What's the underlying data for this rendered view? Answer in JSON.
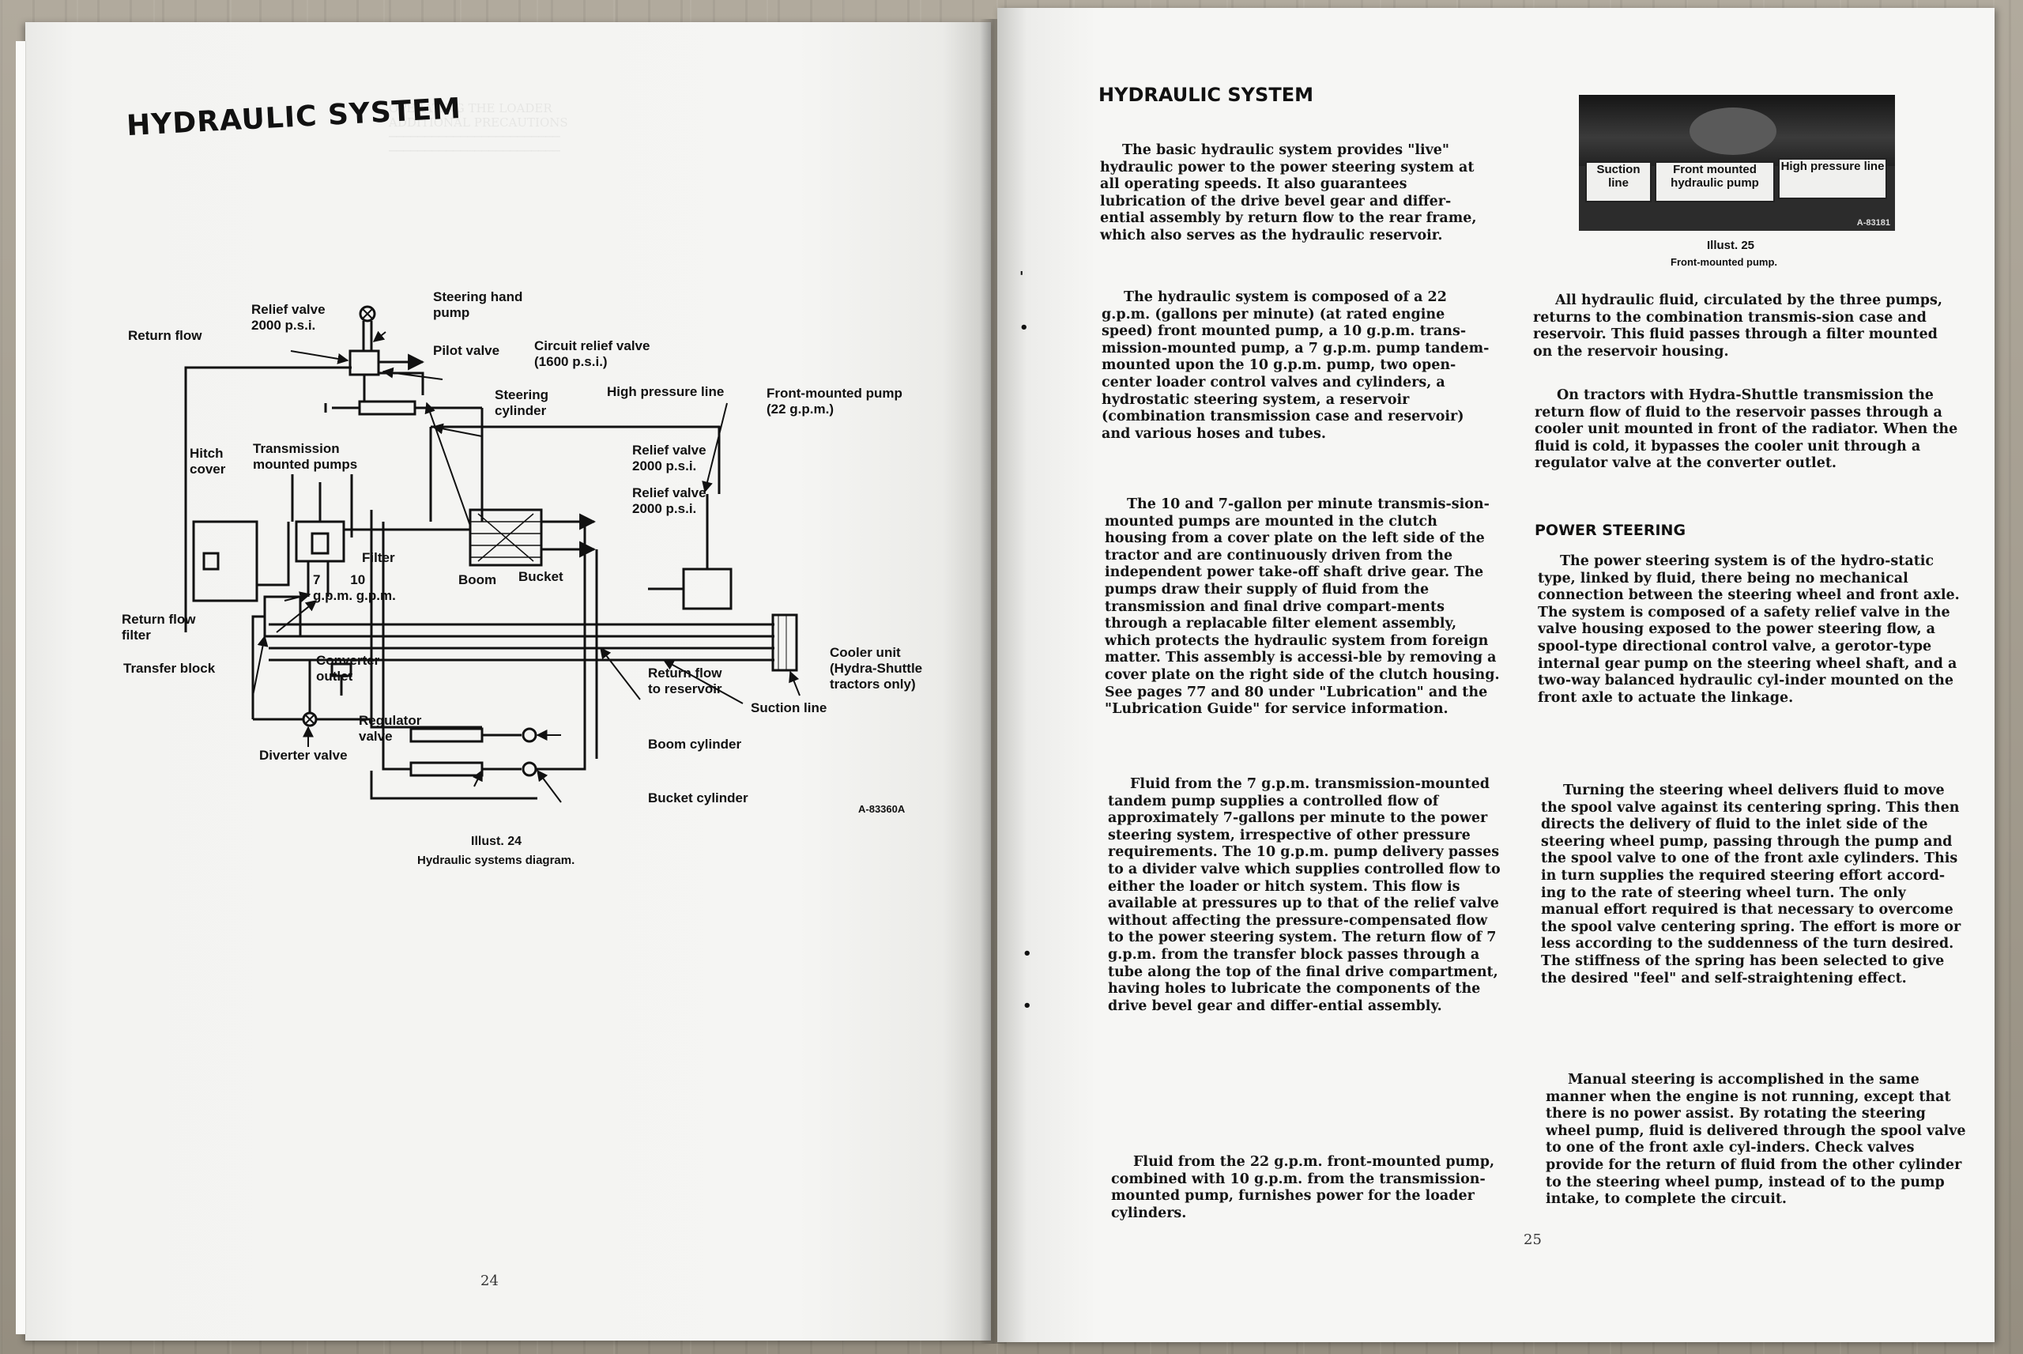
{
  "left_page": {
    "title": "HYDRAULIC SYSTEM",
    "diagram_labels": {
      "return_flow": "Return flow",
      "relief_valve": "Relief valve\n2000 p.s.i.",
      "steering_hand_pump": "Steering hand\npump",
      "pilot_valve": "Pilot valve",
      "circuit_relief_valve": "Circuit relief valve\n(1600 p.s.i.)",
      "steering_cylinder": "Steering\ncylinder",
      "high_pressure_line": "High pressure line",
      "front_mounted_pump": "Front-mounted pump\n(22 g.p.m.)",
      "hitch_cover": "Hitch\ncover",
      "transmission_mounted_pumps": "Transmission\nmounted pumps",
      "relief_valve_2": "Relief valve\n2000 p.s.i.",
      "relief_valve_3": "Relief valve\n2000 p.s.i.",
      "filter": "Filter",
      "pump_rates": "7        10\ng.p.m. g.p.m.",
      "boom": "Boom",
      "bucket": "Bucket",
      "return_flow_filter": "Return flow\nfilter",
      "transfer_block": "Transfer block",
      "converter_outlet": "Converter\noutlet",
      "cooler_unit": "Cooler unit\n(Hydra-Shuttle\ntractors only)",
      "return_flow_to_reservoir": "Return flow\nto reservoir",
      "suction_line": "Suction line",
      "regulator_valve": "Regulator\nvalve",
      "diverter_valve": "Diverter valve",
      "boom_cylinder": "Boom cylinder",
      "bucket_cylinder": "Bucket cylinder",
      "drawing_number": "A-83360A"
    },
    "caption_number": "Illust. 24",
    "caption_text": "Hydraulic systems diagram.",
    "page_number": "24"
  },
  "right_page": {
    "title": "HYDRAULIC SYSTEM",
    "paragraphs": [
      "The basic hydraulic system provides \"live\" hydraulic power to the power steering system at all operating speeds. It also guarantees lubrication of the drive bevel gear and differ-ential assembly by return flow to the rear frame, which also serves as the hydraulic reservoir.",
      "The hydraulic system is composed of a 22 g.p.m. (gallons per minute) (at rated engine speed) front mounted pump, a 10 g.p.m. trans-mission-mounted pump, a 7 g.p.m. pump tandem-mounted upon the 10 g.p.m. pump, two open-center loader control valves and cylinders, a hydrostatic steering system, a reservoir (combination transmission case and reservoir) and various hoses and tubes.",
      "The 10 and 7-gallon per minute transmis-sion-mounted pumps are mounted in the clutch housing from a cover plate on the left side of the tractor and are continuously driven from the independent power take-off shaft drive gear. The pumps draw their supply of fluid from the transmission and final drive compart-ments through a replacable filter element assembly, which protects the hydraulic system from foreign matter. This assembly is accessi-ble by removing a cover plate on the right side of the clutch housing. See pages 77 and 80 under \"Lubrication\" and the \"Lubrication Guide\" for service information.",
      "Fluid from the 7 g.p.m. transmission-mounted tandem pump supplies a controlled flow of approximately 7-gallons per minute to the power steering system, irrespective of other pressure requirements. The 10 g.p.m. pump delivery passes to a divider valve which supplies controlled flow to either the loader or hitch system. This flow is available at pressures up to that of the relief valve without affecting the pressure-compensated flow to the power steering system. The return flow of 7 g.p.m. from the transfer block passes through a tube along the top of the final drive compartment, having holes to lubricate the components of the drive bevel gear and differ-ential assembly.",
      "Fluid from the 22 g.p.m. front-mounted pump, combined with 10 g.p.m. from the transmission-mounted pump, furnishes power for the loader cylinders."
    ],
    "photo_labels": [
      "Suction\nline",
      "Front mounted\nhydraulic pump",
      "High pressure\nline"
    ],
    "photo_number": "A-83181",
    "photo_caption_number": "Illust. 25",
    "photo_caption_text": "Front-mounted pump.",
    "col2_paragraphs": [
      "All hydraulic fluid, circulated by the three pumps, returns to the combination transmis-sion case and reservoir. This fluid passes through a filter mounted on the reservoir housing.",
      "On tractors with Hydra-Shuttle transmission the return flow of fluid to the reservoir passes through a cooler unit mounted in front of the radiator. When the fluid is cold, it bypasses the cooler unit through a regulator valve at the converter outlet."
    ],
    "section_heading": "POWER STEERING",
    "steering_paragraphs": [
      "The power steering system is of the hydro-static type, linked by fluid, there being no mechanical connection between the steering wheel and front axle. The system is composed of a safety relief valve in the valve housing exposed to the power steering flow, a spool-type directional control valve, a gerotor-type internal gear pump on the steering wheel shaft, and a two-way balanced hydraulic cyl-inder mounted on the front axle to actuate the linkage.",
      "Turning the steering wheel delivers fluid to move the spool valve against its centering spring. This then directs the delivery of fluid to the inlet side of the steering wheel pump, passing through the pump and the spool valve to one of the front axle cylinders. This in turn supplies the required steering effort accord-ing to the rate of steering wheel turn. The only manual effort required is that necessary to overcome the spool valve centering spring. The effort is more or less according to the suddenness of the turn desired. The stiffness of the spring has been selected to give the desired \"feel\" and self-straightening effect.",
      "Manual steering is accomplished in the same manner when the engine is not running, except that there is no power assist. By rotating the steering wheel pump, fluid is delivered through the spool valve to one of the front axle cyl-inders. Check valves provide for the return of fluid from the other cylinder to the steering wheel pump, instead of to the pump intake, to complete the circuit."
    ],
    "page_number": "25"
  }
}
